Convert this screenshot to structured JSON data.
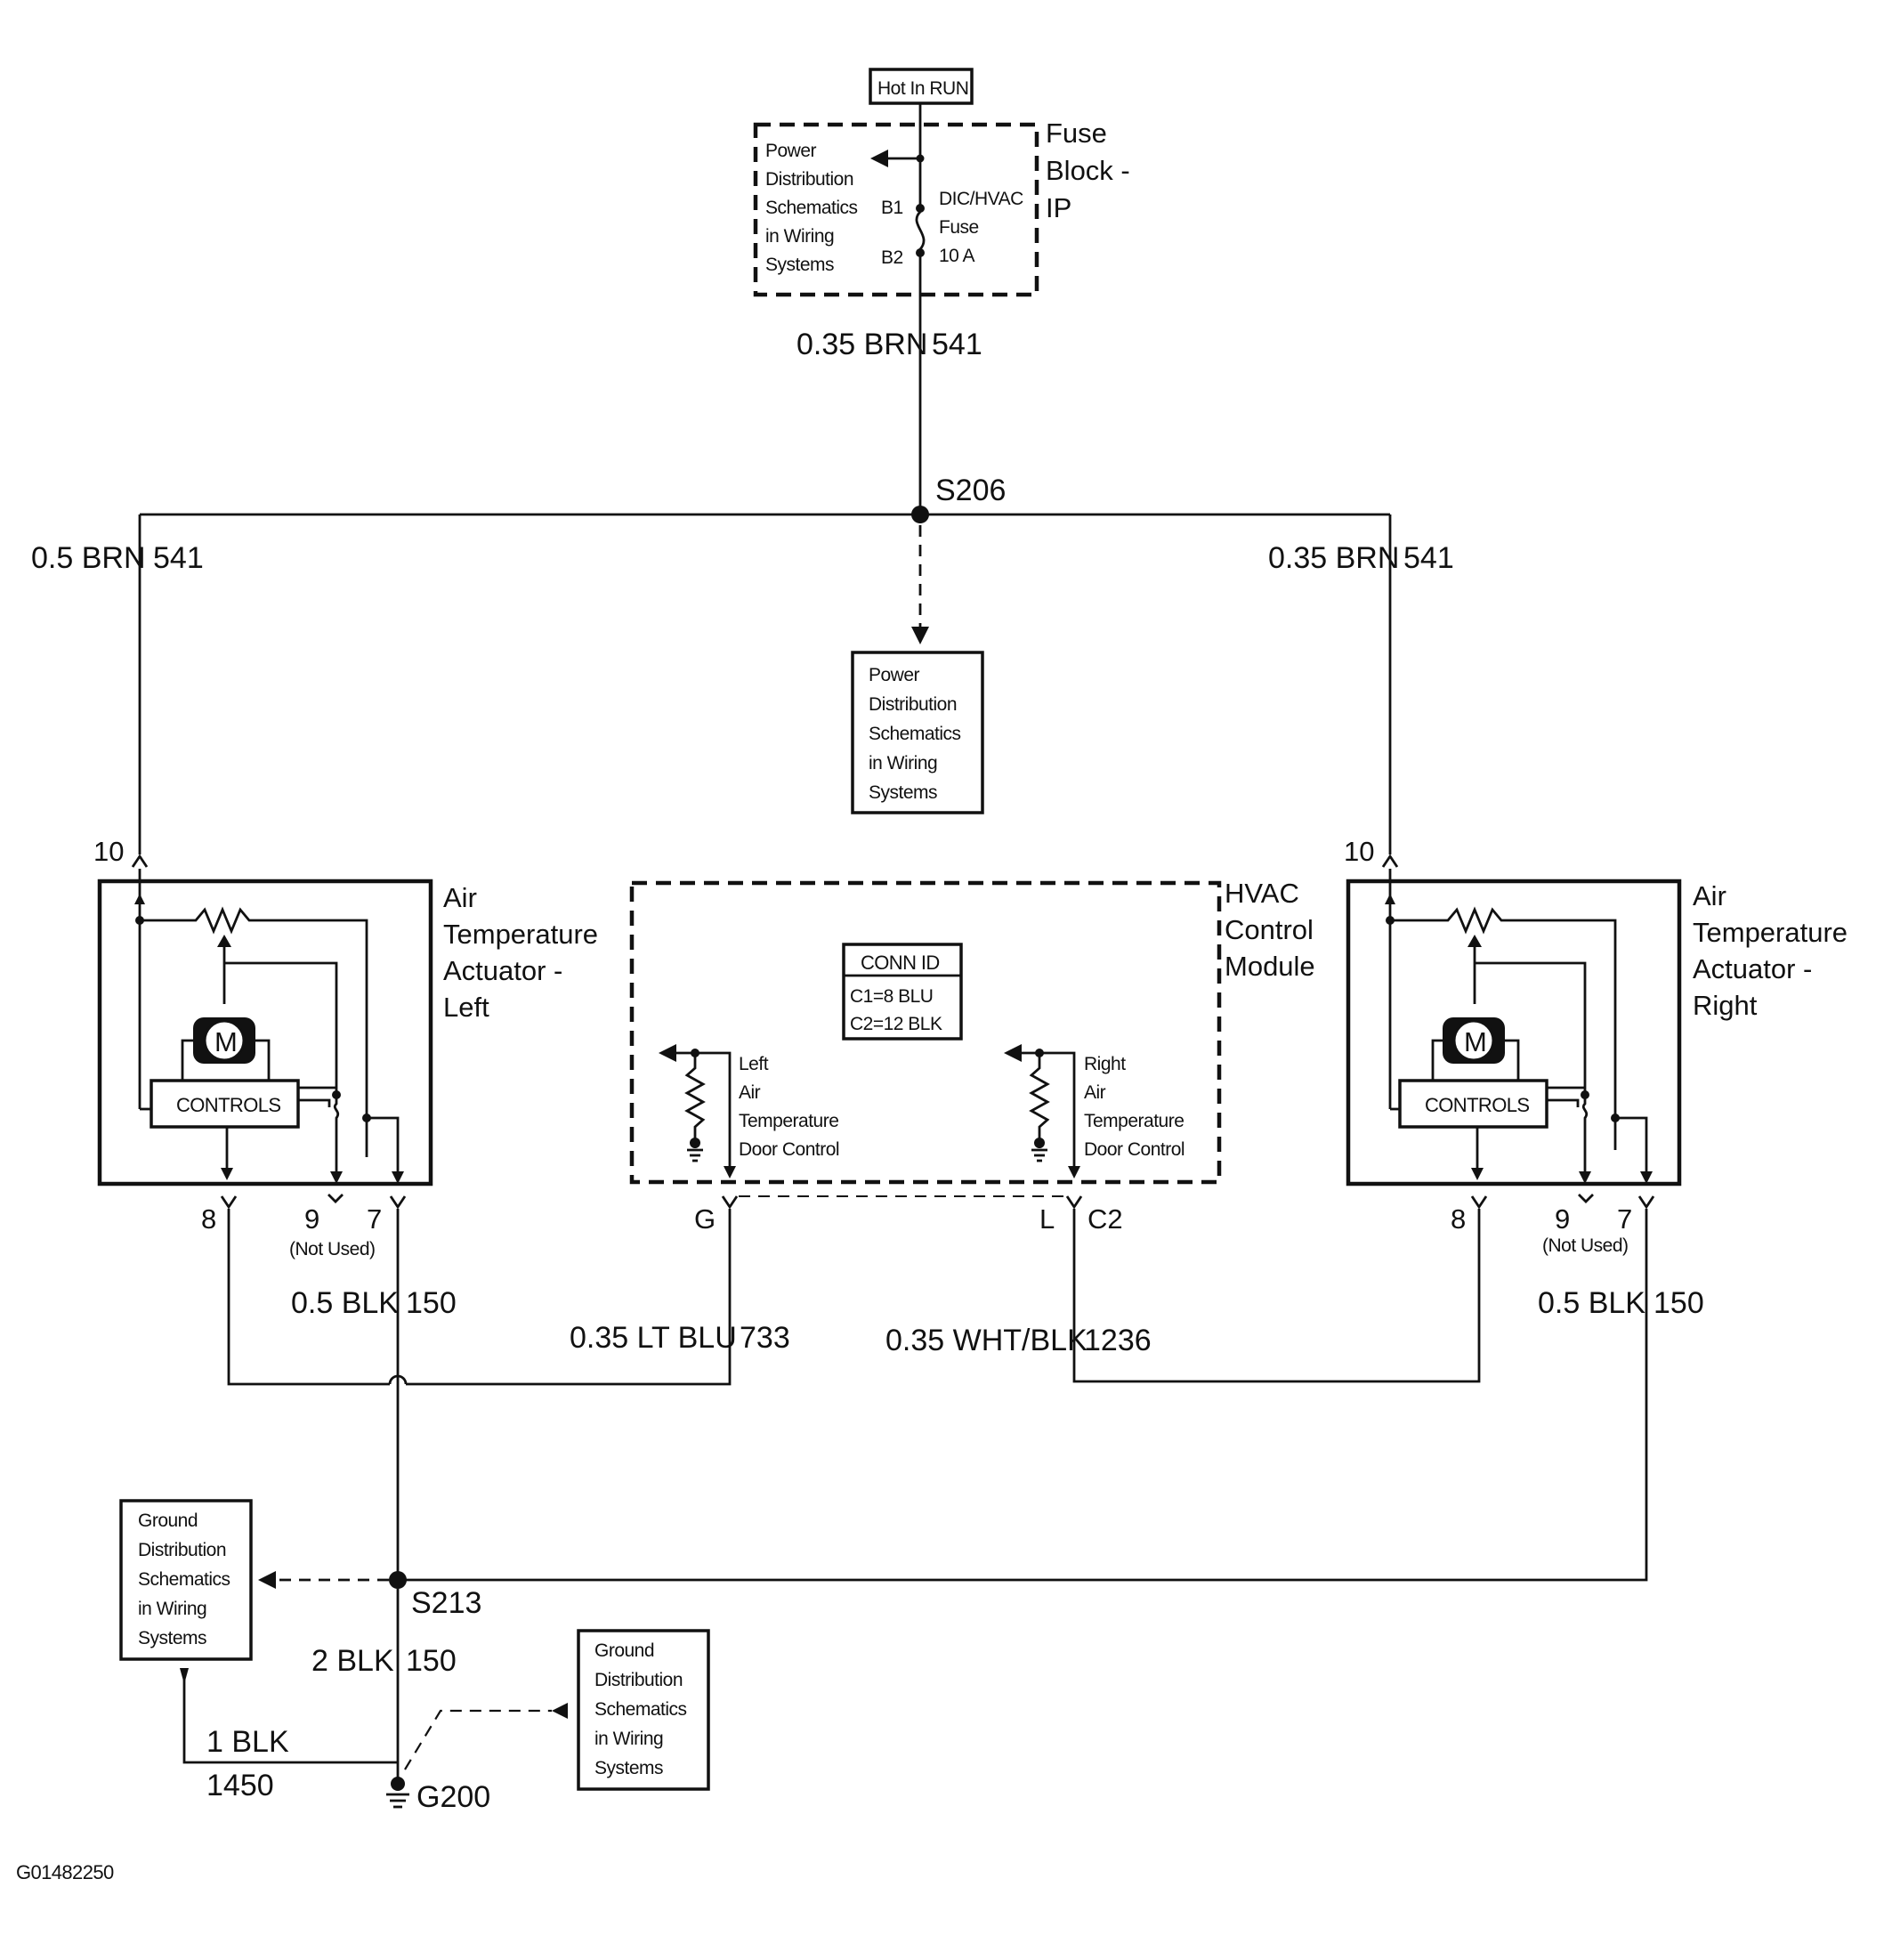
{
  "hot_in_run": "Hot In RUN",
  "fuse_block": {
    "label_lines": [
      "Fuse",
      "Block -",
      "IP"
    ],
    "power_ref_lines": [
      "Power",
      "Distribution",
      "Schematics",
      "in Wiring",
      "Systems"
    ],
    "pin_b1": "B1",
    "pin_b2": "B2",
    "fuse_lines": [
      "DIC/HVAC",
      "Fuse",
      "10 A"
    ]
  },
  "wires": {
    "top": {
      "gauge": "0.35 BRN",
      "circuit": "541"
    },
    "left_feed": {
      "gauge": "0.5 BRN",
      "circuit": "541"
    },
    "right_feed": {
      "gauge": "0.35 BRN",
      "circuit": "541"
    },
    "left_ground": {
      "gauge": "0.5 BLK",
      "circuit": "150"
    },
    "right_ground": {
      "gauge": "0.5 BLK",
      "circuit": "150"
    },
    "left_signal": {
      "gauge": "0.35 LT BLU",
      "circuit": "733"
    },
    "right_signal": {
      "gauge": "0.35 WHT/BLK",
      "circuit": "1236"
    },
    "main_ground": {
      "gauge": "2 BLK",
      "circuit": "150"
    },
    "aux_ground": {
      "gauge": "1 BLK",
      "circuit": "1450"
    }
  },
  "splices": {
    "s206": "S206",
    "s213": "S213",
    "g200": "G200"
  },
  "power_ref_box_lines": [
    "Power",
    "Distribution",
    "Schematics",
    "in Wiring",
    "Systems"
  ],
  "left_actuator": {
    "label_lines": [
      "Air",
      "Temperature",
      "Actuator -",
      "Left"
    ],
    "controls": "CONTROLS",
    "motor": "M",
    "pin_10": "10",
    "pin_8": "8",
    "pin_9": "9",
    "pin_7": "7",
    "not_used": "(Not Used)"
  },
  "right_actuator": {
    "label_lines": [
      "Air",
      "Temperature",
      "Actuator -",
      "Right"
    ],
    "controls": "CONTROLS",
    "motor": "M",
    "pin_10": "10",
    "pin_8": "8",
    "pin_9": "9",
    "pin_7": "7",
    "not_used": "(Not Used)"
  },
  "hvac_module": {
    "label_lines": [
      "HVAC",
      "Control",
      "Module"
    ],
    "conn_id_title": "CONN ID",
    "conn_id_lines": [
      "C1=8 BLU",
      "C2=12 BLK"
    ],
    "left_control_lines": [
      "Left",
      "Air",
      "Temperature",
      "Door Control"
    ],
    "right_control_lines": [
      "Right",
      "Air",
      "Temperature",
      "Door Control"
    ],
    "pin_g": "G",
    "pin_l": "L",
    "connector": "C2"
  },
  "ground_ref_left_lines": [
    "Ground",
    "Distribution",
    "Schematics",
    "in Wiring",
    "Systems"
  ],
  "ground_ref_right_lines": [
    "Ground",
    "Distribution",
    "Schematics",
    "in Wiring",
    "Systems"
  ],
  "figure_id": "G01482250"
}
